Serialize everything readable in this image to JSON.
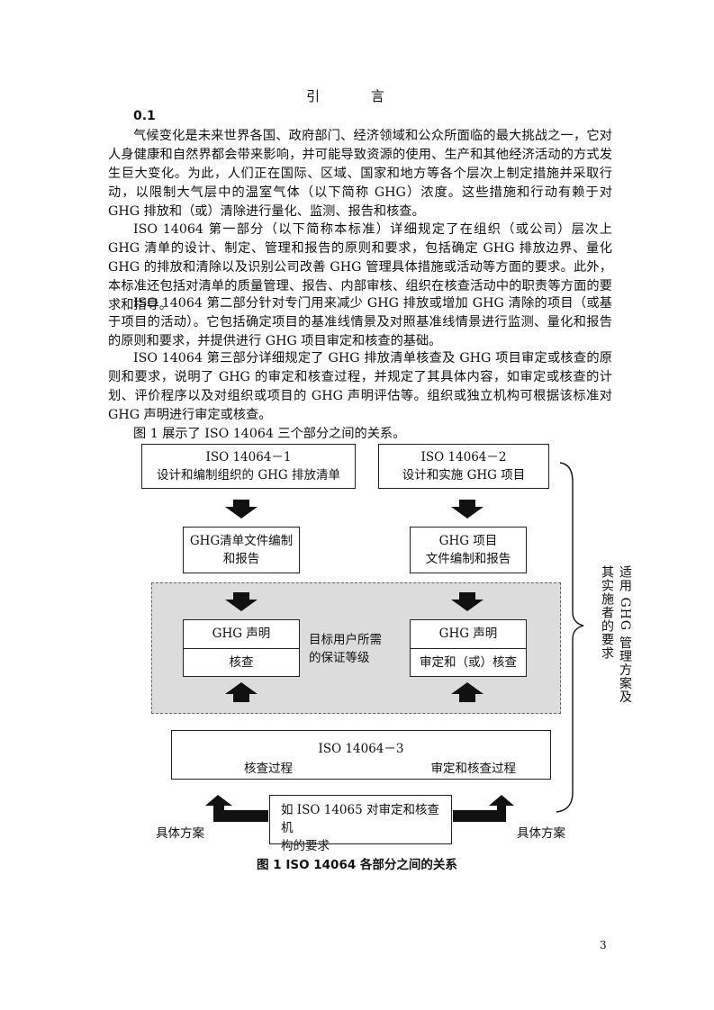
{
  "document": {
    "heading": "引 言",
    "section_number": "0.1",
    "paragraphs": [
      "气候变化是未来世界各国、政府部门、经济领域和公众所面临的最大挑战之一，它对人身健康和自然界都会带来影响，并可能导致资源的使用、生产和其他经济活动的方式发生巨大变化。为此，人们正在国际、区域、国家和地方等各个层次上制定措施并采取行动，以限制大气层中的温室气体（以下简称 GHG）浓度。这些措施和行动有赖于对 GHG 排放和（或）清除进行量化、监测、报告和核查。",
      "ISO 14064 第一部分（以下简称本标准）详细规定了在组织（或公司）层次上 GHG 清单的设计、制定、管理和报告的原则和要求，包括确定 GHG 排放边界、量化 GHG 的排放和清除以及识别公司改善 GHG 管理具体措施或活动等方面的要求。此外，本标准还包括对清单的质量管理、报告、内部审核、组织在核查活动中的职责等方面的要求和指导。",
      "ISO 14064 第二部分针对专门用来减少 GHG 排放或增加 GHG 清除的项目（或基于项目的活动）。它包括确定项目的基准线情景及对照基准线情景进行监测、量化和报告的原则和要求，并提供进行 GHG 项目审定和核查的基础。",
      "ISO 14064 第三部分详细规定了 GHG 排放清单核查及 GHG 项目审定或核查的原则和要求，说明了 GHG 的审定和核查过程，并规定了其具体内容，如审定或核查的计划、评价程序以及对组织或项目的 GHG 声明评估等。组织或独立机构可根据该标准对 GHG 声明进行审定或核查。",
      "图 1 展示了 ISO 14064 三个部分之间的关系。"
    ],
    "page_number": "3"
  },
  "figure": {
    "iso1": {
      "title": "ISO 14064－1",
      "subtitle": "设计和编制组织的 GHG 排放清单"
    },
    "iso2": {
      "title": "ISO 14064－2",
      "subtitle": "设计和实施 GHG 项目"
    },
    "inventory_doc": {
      "line1": "GHG清单文件编制",
      "line2": "和报告"
    },
    "project_doc": {
      "line1": "GHG 项目",
      "line2": "文件编制和报告"
    },
    "declaration_left": {
      "top": "GHG 声明",
      "bottom": "核查"
    },
    "declaration_right": {
      "top": "GHG 声明",
      "bottom": "审定和（或）核查"
    },
    "assurance": {
      "line1": "目标用户所需",
      "line2": "的保证等级"
    },
    "iso3": {
      "title": "ISO 14064－3",
      "left": "核查过程",
      "right": "审定和核查过程"
    },
    "iso14065": {
      "line1": "如 ISO  14065 对审定和核查机",
      "line2": "构的要求"
    },
    "left_label": "具体方案",
    "right_label": "具体方案",
    "side_note_col1": "适用 GHG 管理方案及",
    "side_note_col2": "其实施者的要求",
    "caption": "图 1 ISO 14064 各部分之间的关系"
  }
}
